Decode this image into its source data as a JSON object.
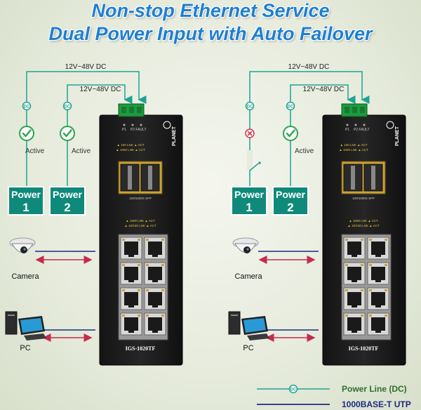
{
  "title_line1": "Non-stop Ethernet Service",
  "title_line2": "Dual Power Input with Auto Failover",
  "colors": {
    "title": "#1e7fd0",
    "power_line": "#1fa392",
    "utp_line": "#1b2a80",
    "arrow": "#c62a4a",
    "power_box": "#0f8a7a",
    "ok": "#2aa54a",
    "fail": "#d1334b"
  },
  "panels": [
    {
      "voltage_1": "12V~48V DC",
      "voltage_2": "12V~48V DC",
      "dc_label": "DC",
      "status_1": "Active",
      "status_2": "Active",
      "power_1_word": "Power",
      "power_1_num": "1",
      "power_2_word": "Power",
      "power_2_num": "2",
      "power_1_state": "ok",
      "power_2_state": "ok",
      "camera_label": "Camera",
      "pc_label": "PC",
      "switch": {
        "brand": "PLANET",
        "terminal_labels": [
          "P1",
          "P2",
          "FAULT"
        ],
        "sfp_legend": [
          "▲ 100  LNK  ▲ ACT",
          "▲ 1000 LNK  ▲ ACT"
        ],
        "sfp_caption": "100/1000X SFP",
        "port_legend": [
          "▲ 1000  LNK  ▲ ACT",
          "▲ 10/100 LNK  ▲ ACT"
        ],
        "model": "IGS-1020TF"
      }
    },
    {
      "voltage_1": "12V~48V DC",
      "voltage_2": "12V~48V DC",
      "dc_label": "DC",
      "status_1": "",
      "status_2": "Active",
      "power_1_word": "Power",
      "power_1_num": "1",
      "power_2_word": "Power",
      "power_2_num": "2",
      "power_1_state": "fail",
      "power_2_state": "ok",
      "camera_label": "Camera",
      "pc_label": "PC",
      "switch": {
        "brand": "PLANET",
        "terminal_labels": [
          "P1",
          "P2",
          "FAULT"
        ],
        "sfp_legend": [
          "▲ 100  LNK  ▲ ACT",
          "▲ 1000 LNK  ▲ ACT"
        ],
        "sfp_caption": "100/1000X SFP",
        "port_legend": [
          "▲ 1000  LNK  ▲ ACT",
          "▲ 10/100 LNK  ▲ ACT"
        ],
        "model": "IGS-1020TF"
      }
    }
  ],
  "legend": [
    {
      "label": "Power Line (DC)",
      "marker": "DC",
      "kind": "power"
    },
    {
      "label": "1000BASE-T UTP",
      "kind": "utp"
    }
  ]
}
